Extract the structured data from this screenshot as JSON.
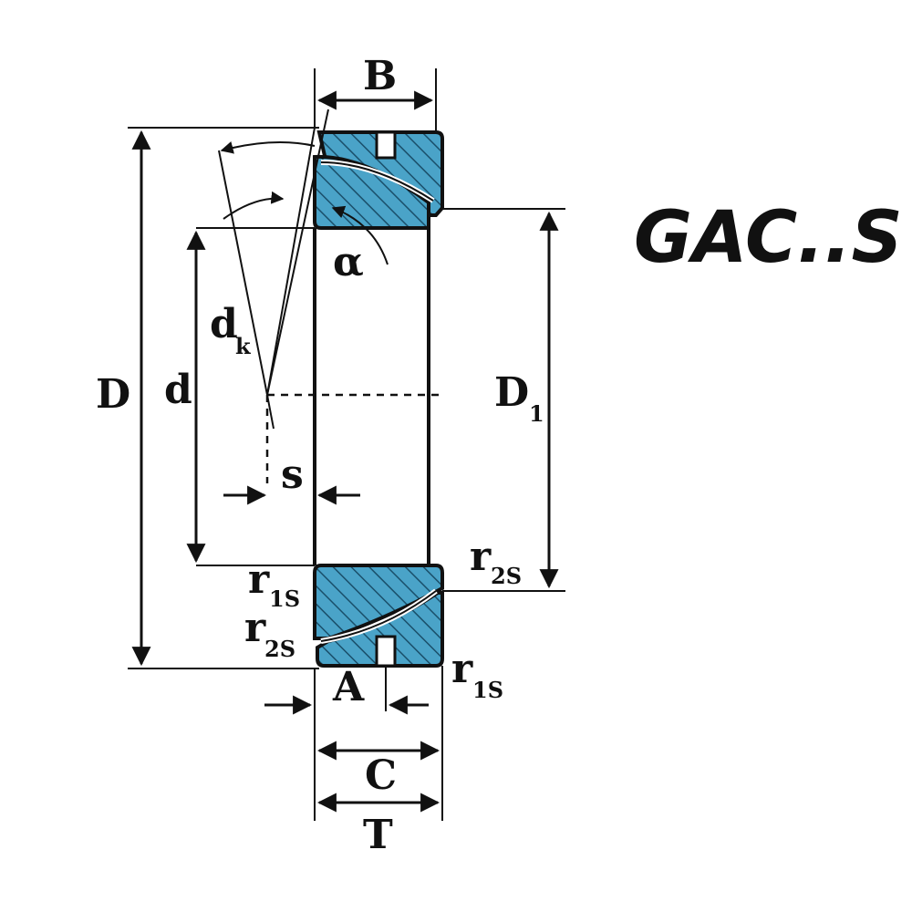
{
  "title": "GAC..S",
  "colors": {
    "section_fill": "#4aa3c8",
    "hatch": "#1a4f6a",
    "line": "#111111",
    "background": "#ffffff"
  },
  "labels": {
    "B": "B",
    "D": "D",
    "d": "d",
    "dk_main": "d",
    "dk_sub": "k",
    "alpha": "α",
    "s": "s",
    "D1_main": "D",
    "D1_sub": "1",
    "r2s_right_main": "r",
    "r2s_right_sub": "2S",
    "r1s_left_main": "r",
    "r1s_left_sub": "1S",
    "r2s_left_main": "r",
    "r2s_left_sub": "2S",
    "A": "A",
    "r1s_right_main": "r",
    "r1s_right_sub": "1S",
    "C": "C",
    "T": "T"
  }
}
